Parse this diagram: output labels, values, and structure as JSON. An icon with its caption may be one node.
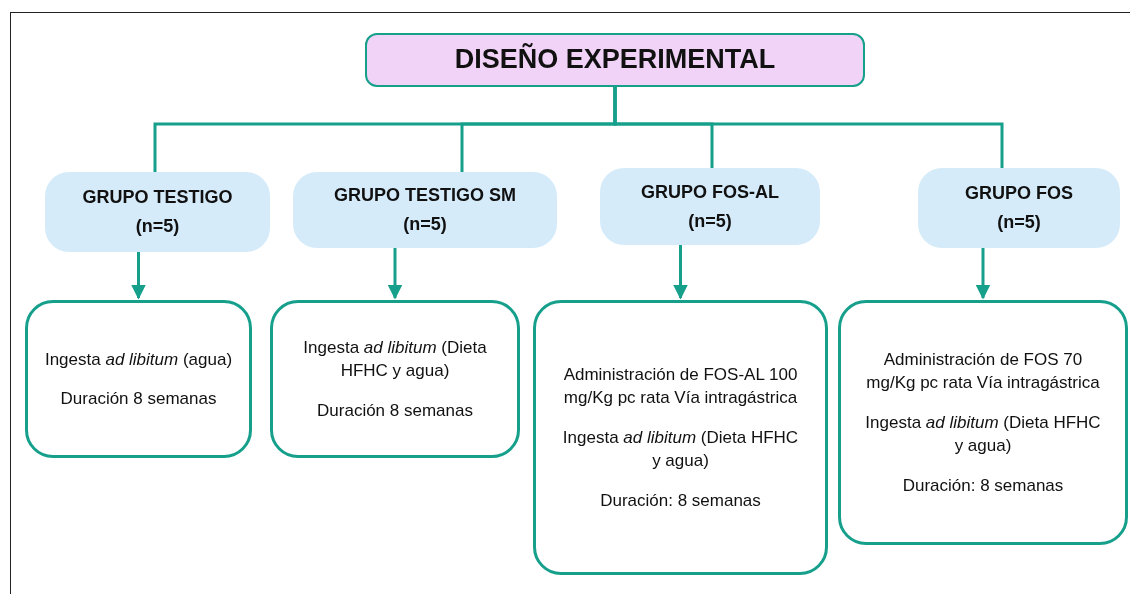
{
  "diagram": {
    "nodes": [
      {
        "text": [
          "DISEÑO EXPERIMENTAL"
        ]
      },
      {
        "text": [
          "GRUPO TESTIGO",
          "(n=5)"
        ]
      },
      {
        "text": [
          "GRUPO TESTIGO SM",
          "(n=5)"
        ]
      },
      {
        "text": [
          "GRUPO FOS-AL",
          "(n=5)"
        ]
      },
      {
        "text": [
          "GRUPO FOS",
          "(n=5)"
        ]
      },
      {
        "text": [
          "Ingesta *ad libitum* (agua)",
          "Duración 8 semanas"
        ]
      },
      {
        "text": [
          "Ingesta *ad libitum* (Dieta HFHC y agua)",
          "Duración 8 semanas"
        ]
      },
      {
        "text": [
          "Administración de FOS-AL 100 mg/Kg pc rata Vía intragástrica",
          "Ingesta *ad libitum* (Dieta HFHC y agua)",
          "Duración: 8 semanas"
        ]
      },
      {
        "text": [
          "Administración de FOS 70 mg/Kg pc rata Vía intragástrica",
          "Ingesta *ad libitum* (Dieta HFHC y agua)",
          "Duración: 8 semanas"
        ]
      }
    ],
    "edges": [
      {
        "from": 0,
        "to": 1,
        "arrow": "none"
      },
      {
        "from": 0,
        "to": 2,
        "arrow": "none"
      },
      {
        "from": 0,
        "to": 3,
        "arrow": "none"
      },
      {
        "from": 0,
        "to": 4,
        "arrow": "none"
      },
      {
        "from": 1,
        "to": 5,
        "arrow": "to"
      },
      {
        "from": 2,
        "to": 6,
        "arrow": "to"
      },
      {
        "from": 3,
        "to": 7,
        "arrow": "to"
      },
      {
        "from": 4,
        "to": 8,
        "arrow": "to"
      }
    ]
  }
}
